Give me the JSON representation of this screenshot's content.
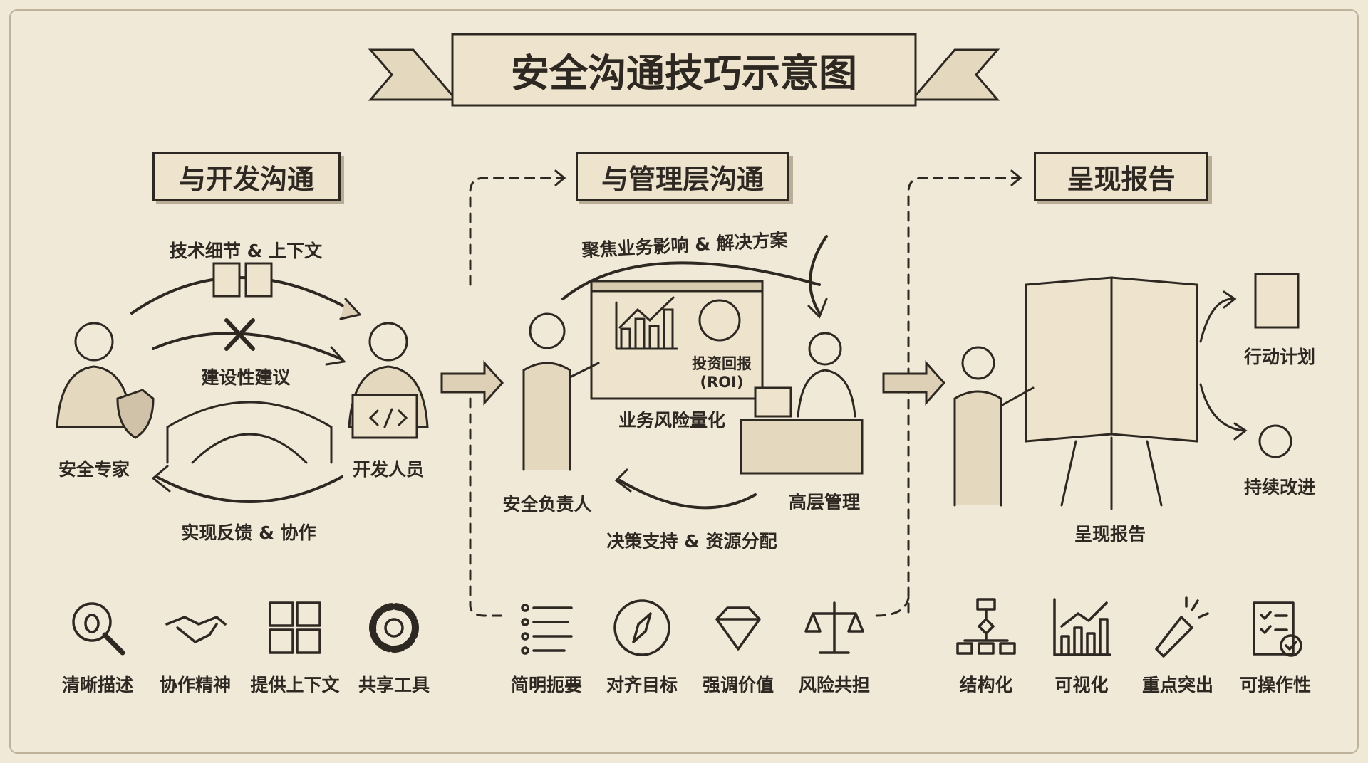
{
  "title": "安全沟通技巧示意图",
  "sections": [
    {
      "header": "与开发沟通",
      "labels": {
        "top": "技术细节 & 上下文",
        "middle": "建设性建议",
        "left_person": "安全专家",
        "right_person": "开发人员",
        "bottom": "实现反馈 & 协作"
      },
      "tips": [
        {
          "icon": "bug-magnifier-icon",
          "label": "清晰描述"
        },
        {
          "icon": "handshake-icon",
          "label": "协作精神"
        },
        {
          "icon": "puzzle-icon",
          "label": "提供上下文"
        },
        {
          "icon": "gear-icon",
          "label": "共享工具"
        }
      ]
    },
    {
      "header": "与管理层沟通",
      "labels": {
        "top": "聚焦业务影响 & 解决方案",
        "roi": "投资回报",
        "roi_abbr": "(ROI)",
        "board": "业务风险量化",
        "left_person": "安全负责人",
        "right_person": "高层管理",
        "bottom": "决策支持 & 资源分配"
      },
      "tips": [
        {
          "icon": "list-icon",
          "label": "简明扼要"
        },
        {
          "icon": "compass-icon",
          "label": "对齐目标"
        },
        {
          "icon": "diamond-icon",
          "label": "强调价值"
        },
        {
          "icon": "scales-icon",
          "label": "风险共担"
        }
      ]
    },
    {
      "header": "呈现报告",
      "labels": {
        "action": "行动计划",
        "improve": "持续改进",
        "presenter": "呈现报告"
      },
      "tips": [
        {
          "icon": "flowchart-icon",
          "label": "结构化"
        },
        {
          "icon": "bar-chart-icon",
          "label": "可视化"
        },
        {
          "icon": "flashlight-icon",
          "label": "重点突出"
        },
        {
          "icon": "checklist-icon",
          "label": "可操作性"
        }
      ]
    }
  ],
  "colors": {
    "background": "#f1e9d8",
    "ink": "#2e2822",
    "panel": "#eee3cc"
  }
}
